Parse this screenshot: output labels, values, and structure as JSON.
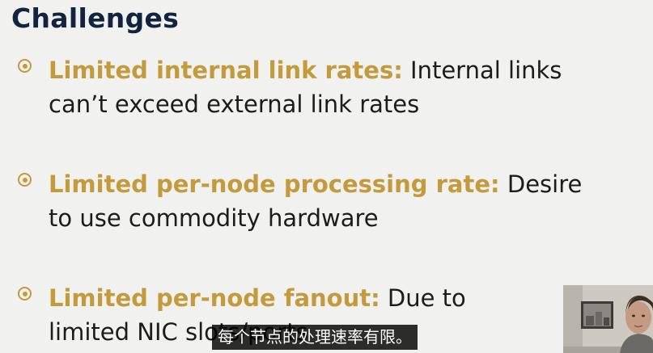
{
  "slide": {
    "title": "Challenges",
    "bullets": [
      {
        "head": "Limited internal link rates:",
        "line1_rest": "Internal links",
        "line2": "can’t exceed external link rates"
      },
      {
        "head": "Limited per-node processing rate:",
        "line1_rest": "Desire",
        "line2": "to use commodity hardware"
      },
      {
        "head": "Limited per-node fanout:",
        "line1_rest": "Due to",
        "line2": "limited NIC slots/ports"
      }
    ]
  },
  "video": {
    "subtitle": "每个节点的处理速率有限。"
  },
  "colors": {
    "background": "#f1f1ef",
    "title": "#13243f",
    "accent": "#c39a3c",
    "body_text": "#1c1c1c",
    "subtitle_bg": "#000000"
  },
  "icons": {
    "bullet": "circled-dot-bullet-icon"
  }
}
